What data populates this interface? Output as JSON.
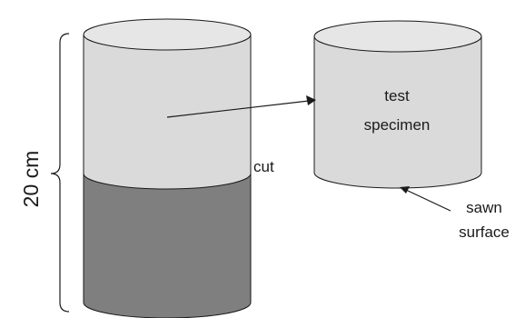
{
  "labels": {
    "height": "20 cm",
    "cut": "cut",
    "specimen_line1": "test",
    "specimen_line2": "specimen",
    "sawn_line1": "sawn",
    "sawn_line2": "surface"
  },
  "colors": {
    "upper_body": "#dadada",
    "top_face": "#e6e6e6",
    "lower_body": "#7f7f7f",
    "outline": "#1a1a1a",
    "specimen_body": "#dadada"
  }
}
